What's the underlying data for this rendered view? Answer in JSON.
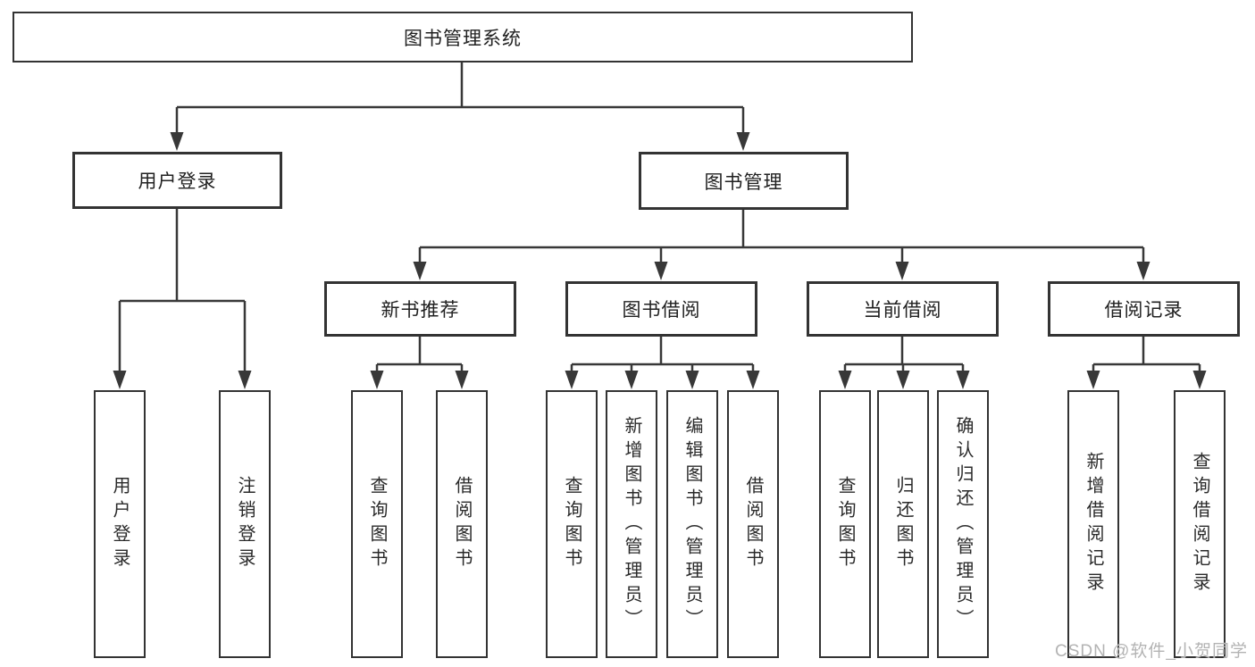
{
  "diagram": {
    "title": "图书管理系统",
    "nodes": {
      "root": {
        "label": "图书管理系统"
      },
      "user_login": {
        "label": "用户登录"
      },
      "book_mgmt": {
        "label": "图书管理"
      },
      "new_book": {
        "label": "新书推荐"
      },
      "book_borrow": {
        "label": "图书借阅"
      },
      "current_borrow": {
        "label": "当前借阅"
      },
      "borrow_record": {
        "label": "借阅记录"
      },
      "leaves": {
        "user_login": [
          "用户登录",
          "注销登录"
        ],
        "new_book": [
          "查询图书",
          "借阅图书"
        ],
        "book_borrow": [
          "查询图书",
          "新增图书（管理员）",
          "编辑图书（管理员）",
          "借阅图书"
        ],
        "current_borrow": [
          "查询图书",
          "归还图书",
          "确认归还（管理员）"
        ],
        "borrow_record": [
          "新增借阅记录",
          "查询借阅记录"
        ]
      }
    },
    "watermark": "CSDN @软件_小贺同学",
    "colors": {
      "line": "#383838",
      "border": "#333333",
      "text": "#212121",
      "watermark": "#b3b3b3",
      "background": "#ffffff"
    }
  }
}
